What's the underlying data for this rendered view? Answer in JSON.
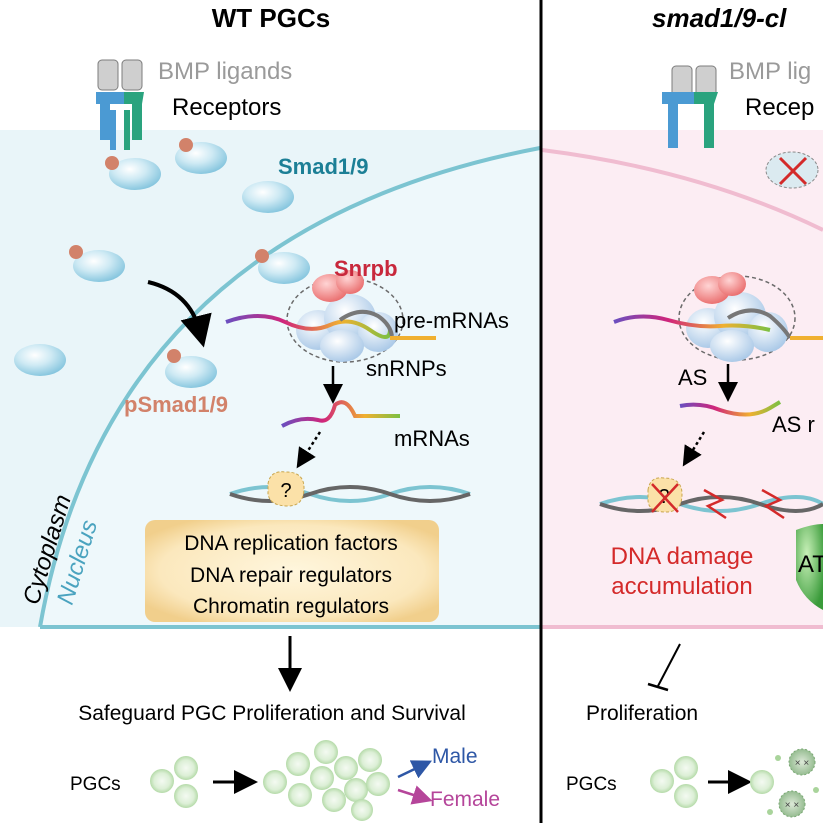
{
  "left_panel": {
    "title": "WT PGCs",
    "bmp_ligands": "BMP ligands",
    "receptors": "Receptors",
    "smad": "Smad1/9",
    "psmad": "pSmad1/9",
    "snrpb": "Snrpb",
    "pre_mrnas": "pre-mRNAs",
    "snrnps": "snRNPs",
    "mrnas": "mRNAs",
    "unknown": "?",
    "cytoplasm": "Cytoplasm",
    "nucleus": "Nucleus",
    "targets": [
      "DNA replication factors",
      "DNA repair regulators",
      "Chromatin regulators"
    ],
    "outcome": "Safeguard PGC Proliferation and Survival",
    "pgcs": "PGCs",
    "male": "Male",
    "female": "Female"
  },
  "right_panel": {
    "title": "smad1/9-cl",
    "bmp_ligands": "BMP lig",
    "receptors": "Recep",
    "as": "AS",
    "as_mrna": "AS r",
    "unknown": "?",
    "dna_damage": [
      "DNA damage",
      "accumulation"
    ],
    "at": "AT",
    "outcome": "Proliferation",
    "pgcs": "PGCs"
  },
  "colors": {
    "smad_teal": "#1c7f96",
    "psmad_salmon": "#d2826a",
    "snrpb_red": "#c8283c",
    "damage_red": "#d42a2a",
    "male_blue": "#2e57a6",
    "female_magenta": "#b5459a",
    "nucleus_line": "#7cc4d1",
    "cytoplasm_left": "#e9f5f9",
    "cytoplasm_right": "#fcedf3"
  }
}
